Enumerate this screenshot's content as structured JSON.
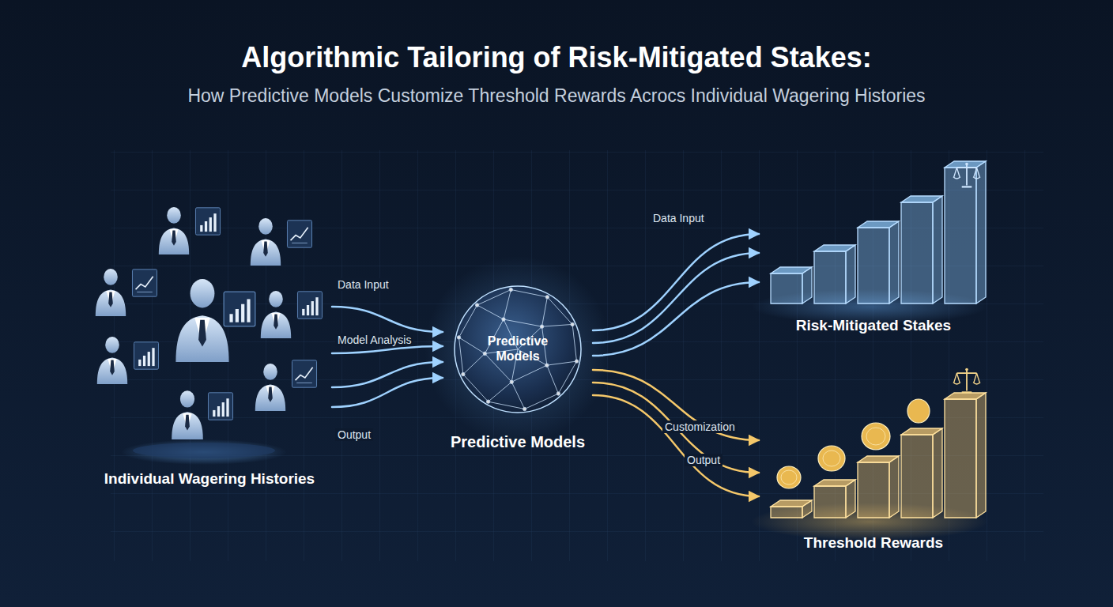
{
  "diagram": {
    "title": "Algorithmic Tailoring of Risk-Mitigated Stakes:",
    "caption": "How Predictive Models Customize Threshold Rewards Acrocs Individual Wagering Histories",
    "nodes": [
      {
        "text": [
          "Individual Wagering Histories"
        ]
      },
      {
        "text": [
          "Predictive Models",
          "Predictive Models"
        ]
      },
      {
        "text": [
          "Risk-Mitigated Stakes"
        ]
      },
      {
        "text": [
          "Threshold Rewards"
        ]
      }
    ],
    "edges": [
      {
        "from": 0,
        "to": 1,
        "arrow": "to",
        "label": "Data Input"
      },
      {
        "from": 0,
        "to": 1,
        "arrow": "to",
        "label": "Model Analysis"
      },
      {
        "from": 0,
        "to": 1,
        "arrow": "to"
      },
      {
        "from": 0,
        "to": 1,
        "arrow": "to",
        "label": "Output"
      },
      {
        "from": 1,
        "to": 2,
        "arrow": "to",
        "label": "Data Input"
      },
      {
        "from": 1,
        "to": 2,
        "arrow": "to"
      },
      {
        "from": 1,
        "to": 2,
        "arrow": "to"
      },
      {
        "from": 1,
        "to": 3,
        "arrow": "to",
        "label": "Customization"
      },
      {
        "from": 1,
        "to": 3,
        "arrow": "to",
        "label": "Output"
      },
      {
        "from": 1,
        "to": 3,
        "arrow": "to"
      }
    ]
  }
}
